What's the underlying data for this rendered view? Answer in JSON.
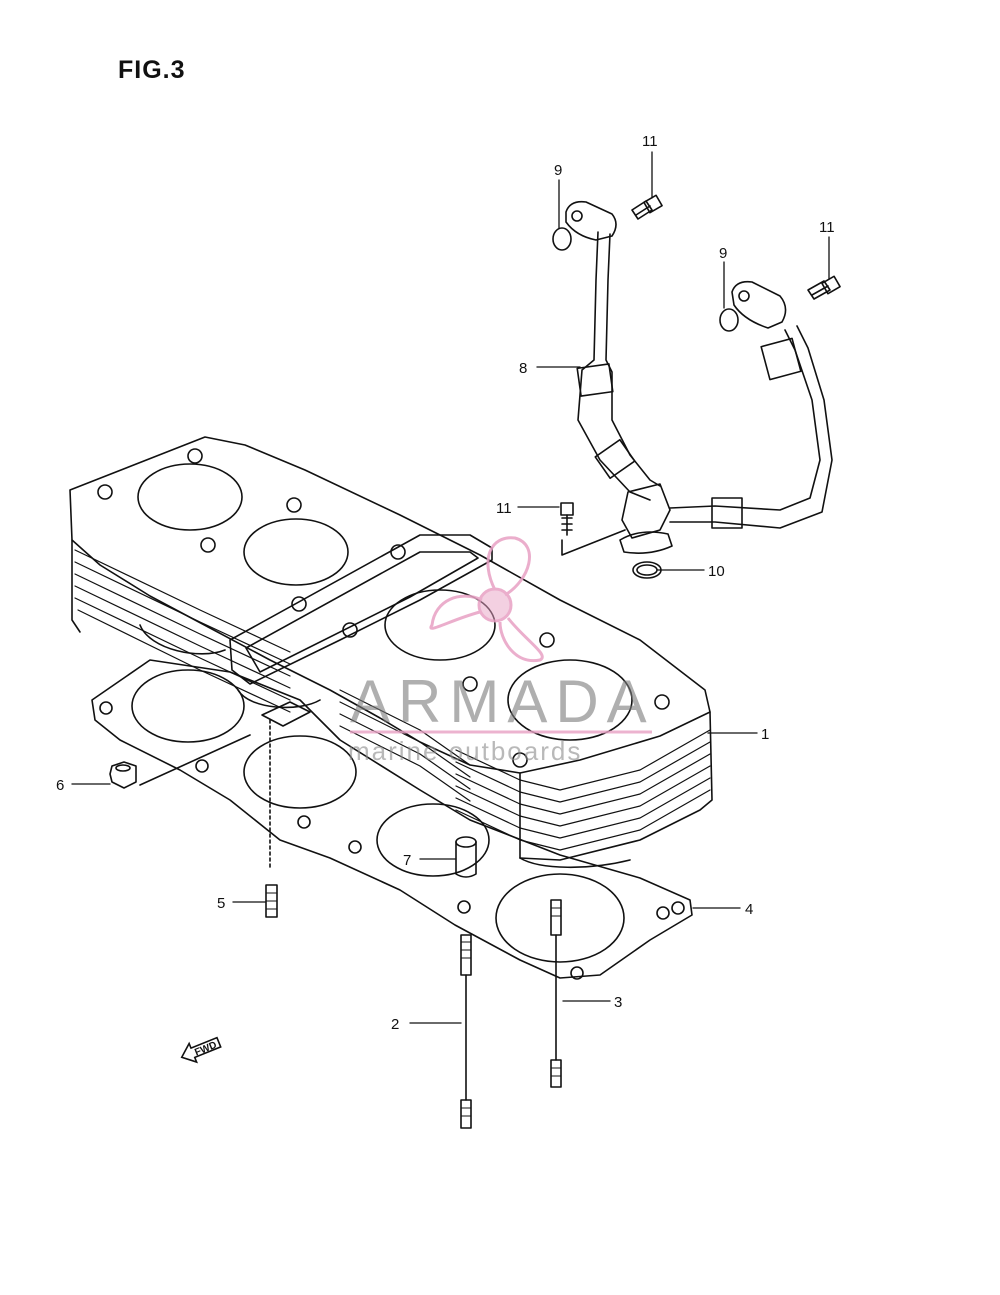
{
  "figure": {
    "title": "FIG.3"
  },
  "callouts": [
    {
      "id": "1",
      "label": "1"
    },
    {
      "id": "2",
      "label": "2"
    },
    {
      "id": "3",
      "label": "3"
    },
    {
      "id": "4",
      "label": "4"
    },
    {
      "id": "5",
      "label": "5"
    },
    {
      "id": "6",
      "label": "6"
    },
    {
      "id": "7",
      "label": "7"
    },
    {
      "id": "8",
      "label": "8"
    },
    {
      "id": "9a",
      "label": "9"
    },
    {
      "id": "9b",
      "label": "9"
    },
    {
      "id": "10",
      "label": "10"
    },
    {
      "id": "11a",
      "label": "11"
    },
    {
      "id": "11b",
      "label": "11"
    },
    {
      "id": "11c",
      "label": "11"
    }
  ],
  "fwd_marker": {
    "label": "FWD"
  },
  "watermark": {
    "brand": "ARMADA",
    "tagline": "marine outboards",
    "accent_color": "#e8a1c4"
  },
  "colors": {
    "ink": "#111111",
    "background": "#ffffff"
  }
}
